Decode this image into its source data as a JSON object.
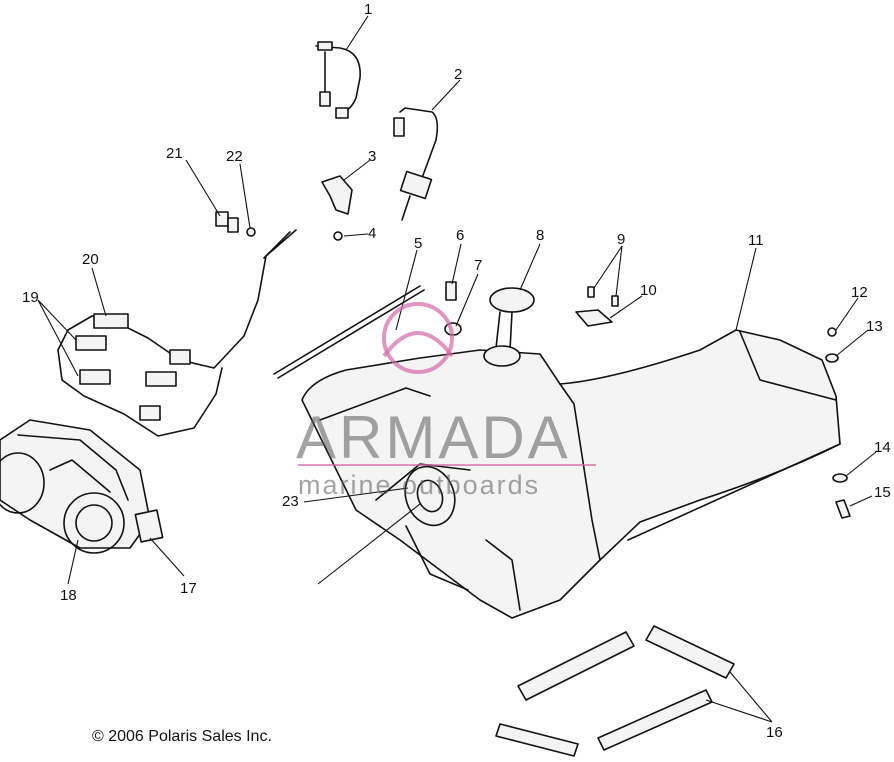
{
  "callouts": [
    {
      "id": "c1",
      "text": "1"
    },
    {
      "id": "c2",
      "text": "2"
    },
    {
      "id": "c3",
      "text": "3"
    },
    {
      "id": "c4",
      "text": "4"
    },
    {
      "id": "c5",
      "text": "5"
    },
    {
      "id": "c6",
      "text": "6"
    },
    {
      "id": "c7",
      "text": "7"
    },
    {
      "id": "c8",
      "text": "8"
    },
    {
      "id": "c9",
      "text": "9"
    },
    {
      "id": "c10",
      "text": "10"
    },
    {
      "id": "c11",
      "text": "11"
    },
    {
      "id": "c12",
      "text": "12"
    },
    {
      "id": "c13",
      "text": "13"
    },
    {
      "id": "c14",
      "text": "14"
    },
    {
      "id": "c15",
      "text": "15"
    },
    {
      "id": "c16",
      "text": "16"
    },
    {
      "id": "c17",
      "text": "17"
    },
    {
      "id": "c18",
      "text": "18"
    },
    {
      "id": "c19",
      "text": "19"
    },
    {
      "id": "c20",
      "text": "20"
    },
    {
      "id": "c21",
      "text": "21"
    },
    {
      "id": "c22",
      "text": "22"
    },
    {
      "id": "c23",
      "text": "23"
    }
  ],
  "copyright": "© 2006 Polaris Sales Inc.",
  "watermark": {
    "brand": "ARMADA",
    "tagline": "marine outboards",
    "color": "#d46aa8"
  }
}
